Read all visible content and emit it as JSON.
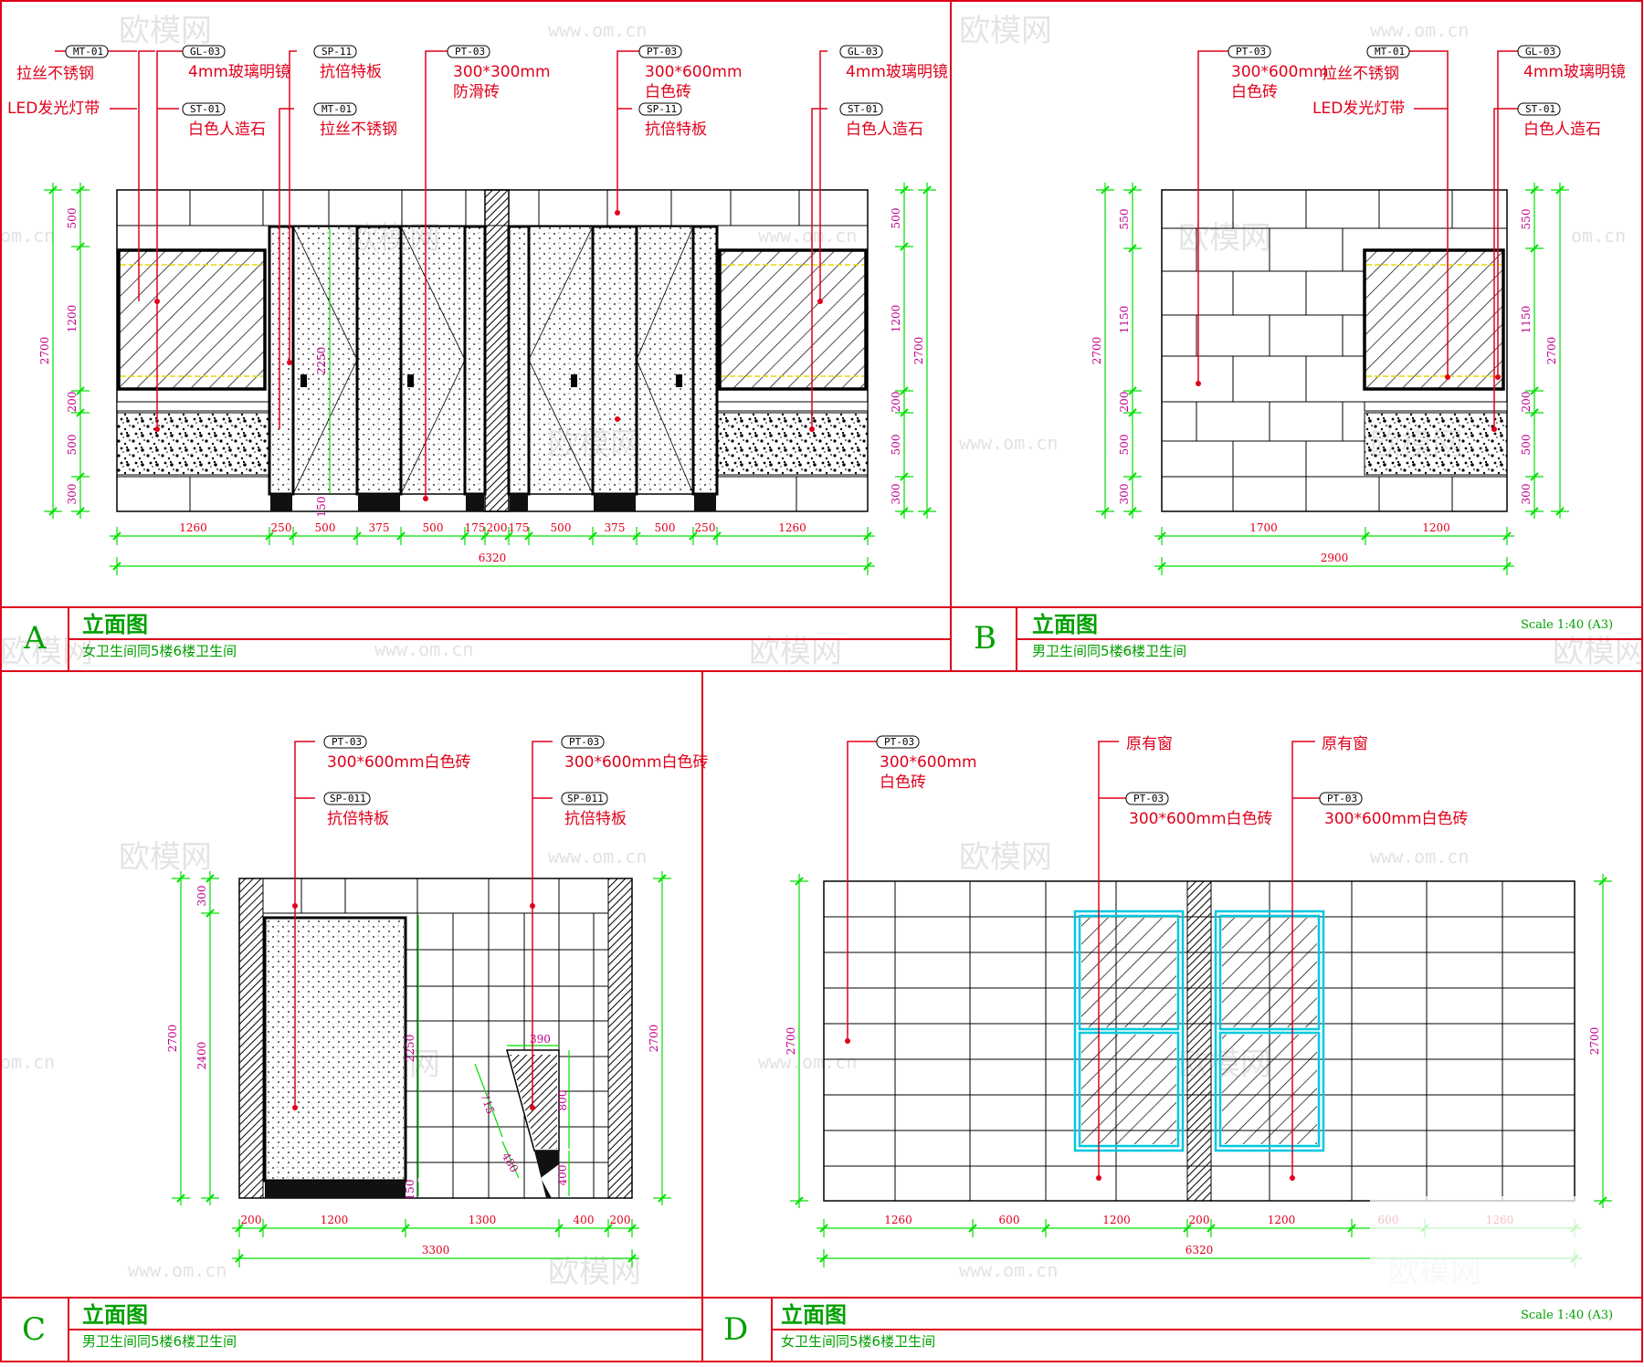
{
  "watermark": {
    "brand": "欧模网",
    "url": "www.om.cn",
    "partial": "om.cn"
  },
  "panels": {
    "A": {
      "letter": "A",
      "title": "立面图",
      "subtitle": "女卫生间同5楼6楼卫生间",
      "labels": {
        "mt01": {
          "tag": "MT-01",
          "text": "拉丝不锈钢"
        },
        "led": {
          "text": "LED发光灯带"
        },
        "gl03": {
          "tag": "GL-03",
          "text": "4mm玻璃明镜"
        },
        "st01": {
          "tag": "ST-01",
          "text": "白色人造石"
        },
        "sp11": {
          "tag": "SP-11",
          "text": "抗倍特板"
        },
        "mt01b": {
          "tag": "MT-01",
          "text": "拉丝不锈钢"
        },
        "pt03": {
          "tag": "PT-03",
          "text1": "300*300mm",
          "text2": "防滑砖"
        },
        "pt03b": {
          "tag": "PT-03",
          "text1": "300*600mm",
          "text2": "白色砖"
        },
        "sp11b": {
          "tag": "SP-11",
          "text": "抗倍特板"
        },
        "gl03b": {
          "tag": "GL-03",
          "text": "4mm玻璃明镜"
        },
        "st01b": {
          "tag": "ST-01",
          "text": "白色人造石"
        }
      },
      "dims_bottom": [
        "1260",
        "250",
        "500",
        "375",
        "500",
        "175",
        "200",
        "175",
        "500",
        "375",
        "500",
        "250",
        "1260"
      ],
      "dim_total": "6320",
      "dims_left": [
        "500",
        "1200",
        "200",
        "500",
        "300"
      ],
      "dim_left_total": "2700",
      "dims_right": [
        "500",
        "1200",
        "200",
        "500",
        "300"
      ],
      "dim_right_total": "2700",
      "dim_door": "2250",
      "dim_gap": "150"
    },
    "B": {
      "letter": "B",
      "title": "立面图",
      "subtitle": "男卫生间同5楼6楼卫生间",
      "scale": "Scale 1:40  (A3)",
      "labels": {
        "pt03": {
          "tag": "PT-03",
          "text1": "300*600mm",
          "text2": "白色砖"
        },
        "mt01": {
          "tag": "MT-01",
          "text": "拉丝不锈钢"
        },
        "led": {
          "text": "LED发光灯带"
        },
        "gl03": {
          "tag": "GL-03",
          "text": "4mm玻璃明镜"
        },
        "st01": {
          "tag": "ST-01",
          "text": "白色人造石"
        }
      },
      "dims_bottom": [
        "1700",
        "1200"
      ],
      "dim_total": "2900",
      "dims_left": [
        "550",
        "1150",
        "200",
        "500",
        "300"
      ],
      "dim_left_total": "2700",
      "dims_right": [
        "550",
        "1150",
        "200",
        "500",
        "300"
      ],
      "dim_right_total": "2700"
    },
    "C": {
      "letter": "C",
      "title": "立面图",
      "subtitle": "男卫生间同5楼6楼卫生间",
      "labels": {
        "pt03a": {
          "tag": "PT-03",
          "text": "300*600mm白色砖"
        },
        "sp011a": {
          "tag": "SP-011",
          "text": "抗倍特板"
        },
        "pt03b": {
          "tag": "PT-03",
          "text": "300*600mm白色砖"
        },
        "sp011b": {
          "tag": "SP-011",
          "text": "抗倍特板"
        }
      },
      "dims_bottom": [
        "200",
        "1200",
        "1300",
        "400",
        "200"
      ],
      "dim_total": "3300",
      "dims_left": [
        "300",
        "2400"
      ],
      "dim_left_total": "2700",
      "dim_right_total": "2700",
      "dim_door": "2250",
      "dim_gap": "150",
      "dim_urinal_w": "390",
      "dim_urinal_h": "800",
      "dim_urinal_base": "400",
      "dim_urinal_diag": "715",
      "dim_urinal_diag2": "480"
    },
    "D": {
      "letter": "D",
      "title": "立面图",
      "subtitle": "女卫生间同5楼6楼卫生间",
      "scale": "Scale 1:40  (A3)",
      "labels": {
        "pt03": {
          "tag": "PT-03",
          "text1": "300*600mm",
          "text2": "白色砖"
        },
        "win1": {
          "text": "原有窗"
        },
        "pt03b": {
          "tag": "PT-03",
          "text": "300*600mm白色砖"
        },
        "win2": {
          "text": "原有窗"
        },
        "pt03c": {
          "tag": "PT-03",
          "text": "300*600mm白色砖"
        }
      },
      "dims_bottom": [
        "1260",
        "600",
        "1200",
        "200",
        "1200",
        "600",
        "1260"
      ],
      "dim_total": "6320",
      "dim_left_total": "2700",
      "dim_right_total": "2700"
    }
  },
  "colors": {
    "frame": "#e0001b",
    "dimension": "#00e000",
    "window": "#00c8e0",
    "title": "#00a000"
  }
}
